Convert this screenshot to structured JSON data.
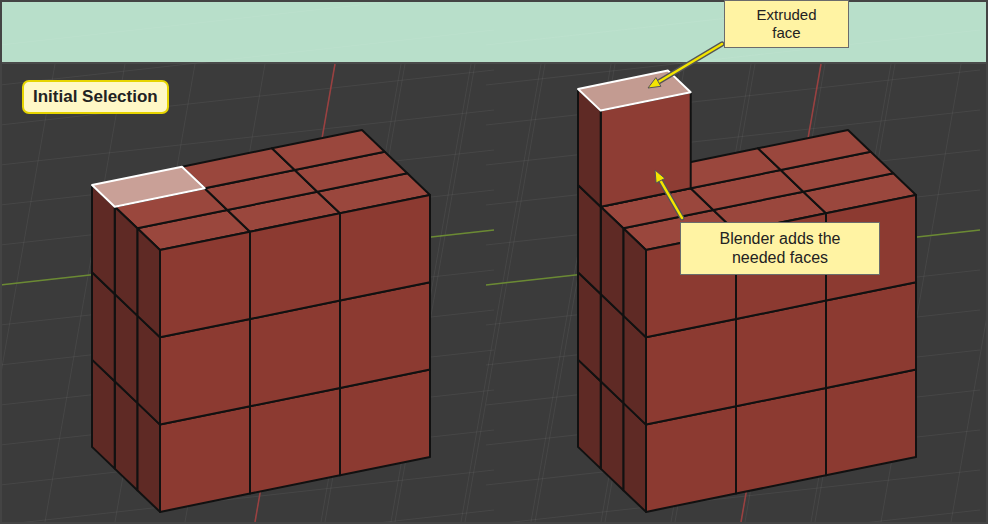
{
  "diagram": {
    "nodes": [
      {
        "text": [
          "Extruded face"
        ]
      },
      {
        "text": [
          "Initial Selection"
        ]
      },
      {
        "text": [
          "Blender adds the needed faces"
        ]
      }
    ]
  }
}
